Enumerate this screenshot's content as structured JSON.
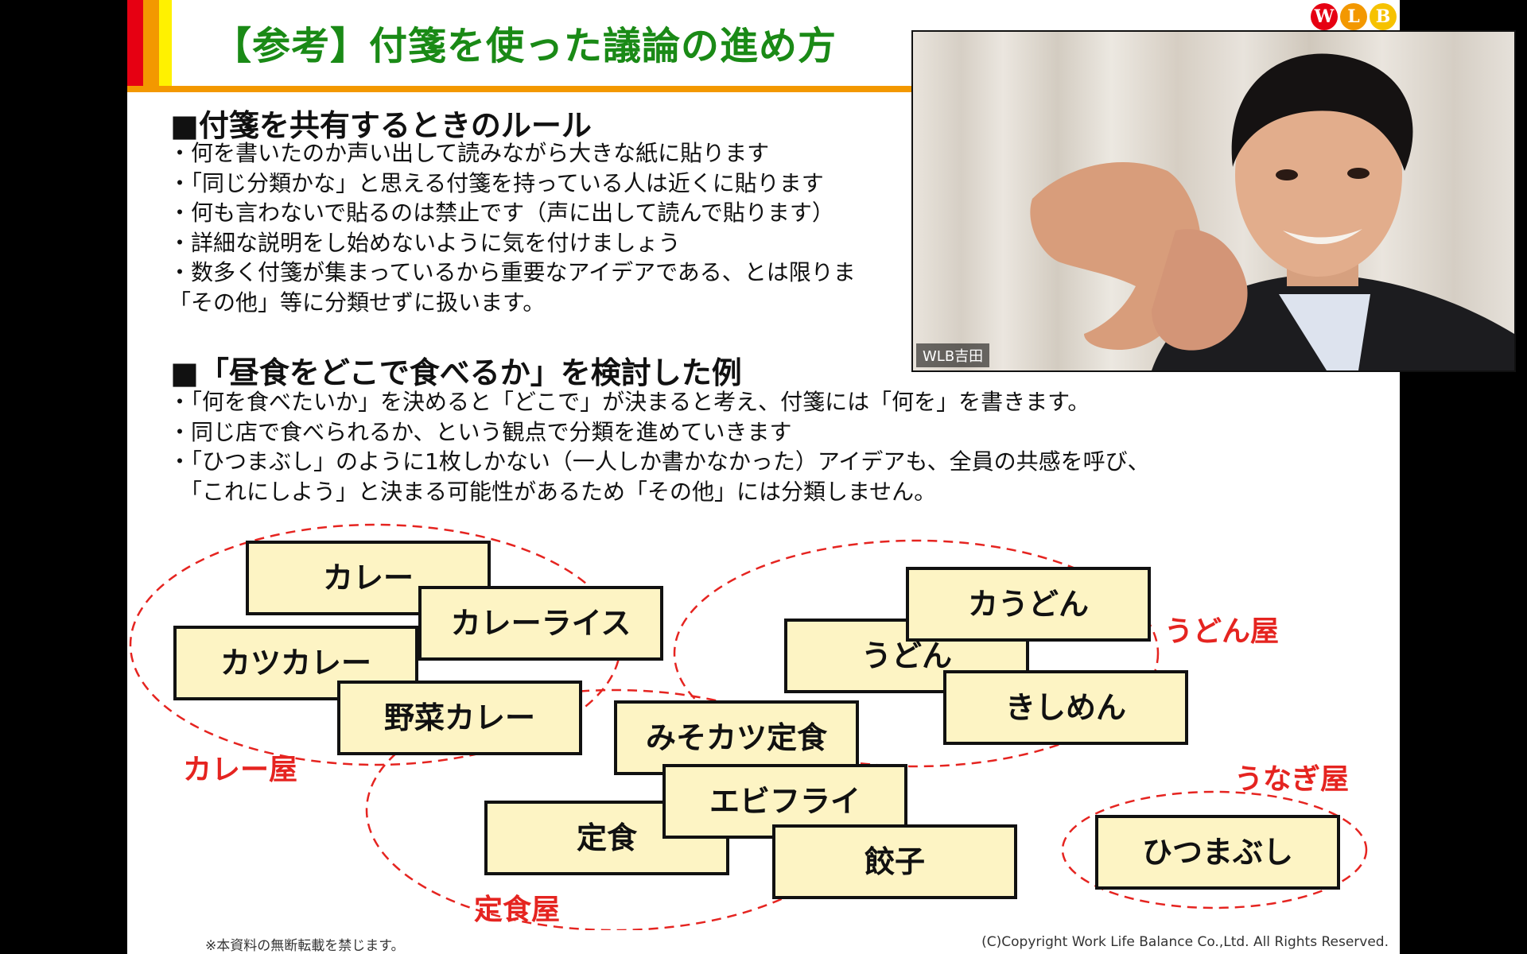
{
  "slide": {
    "title": "【参考】付箋を使った議論の進め方",
    "logo_letters": [
      "W",
      "L",
      "B"
    ],
    "section1": {
      "heading": "■付箋を共有するときのルール",
      "bullets": [
        "・何を書いたのか声い出して読みながら大きな紙に貼ります",
        "・「同じ分類かな」と思える付箋を持っている人は近くに貼ります",
        "・何も言わないで貼るのは禁止です（声に出して読んで貼ります）",
        "・詳細な説明をし始めないように気を付けましょう",
        "・数多く付箋が集まっているから重要なアイデアである、とは限りま",
        "「その他」等に分類せずに扱います。"
      ]
    },
    "section2": {
      "heading": "■「昼食をどこで食べるか」を検討した例",
      "bullets": [
        "・「何を食べたいか」を決めると「どこで」が決まると考え、付箋には「何を」を書きます。",
        "・同じ店で食べられるか、という観点で分類を進めていきます",
        "・「ひつまぶし」のように1枚しかない（一人しか書かなかった）アイデアも、全員の共感を呼び、",
        "　「これにしよう」と決まる可能性があるため「その他」には分類しません。"
      ]
    },
    "notes": {
      "left": "※本資料の無断転載を禁じます。",
      "right": "(C)Copyright Work Life Balance Co.,Ltd. All Rights Reserved."
    }
  },
  "diagram": {
    "stickies": {
      "curry": "カレー",
      "curry_rice": "カレーライス",
      "katsu_curry": "カツカレー",
      "vegetable_curry": "野菜カレー",
      "miso_katsu": "みそカツ定食",
      "ebi_fry": "エビフライ",
      "teishoku": "定食",
      "gyoza": "餃子",
      "ka_udon": "カうどん",
      "udon": "うどん",
      "kishimen": "きしめん",
      "hitsumabushi": "ひつまぶし"
    },
    "groups": {
      "curry_shop": "カレー屋",
      "teishoku_shop": "定食屋",
      "udon_shop": "うどん屋",
      "unagi_shop": "うなぎ屋"
    },
    "colors": {
      "sticky_fill": "#fdf4c4",
      "group_red": "#e52420"
    }
  },
  "video": {
    "participant_label": "WLB吉田"
  }
}
